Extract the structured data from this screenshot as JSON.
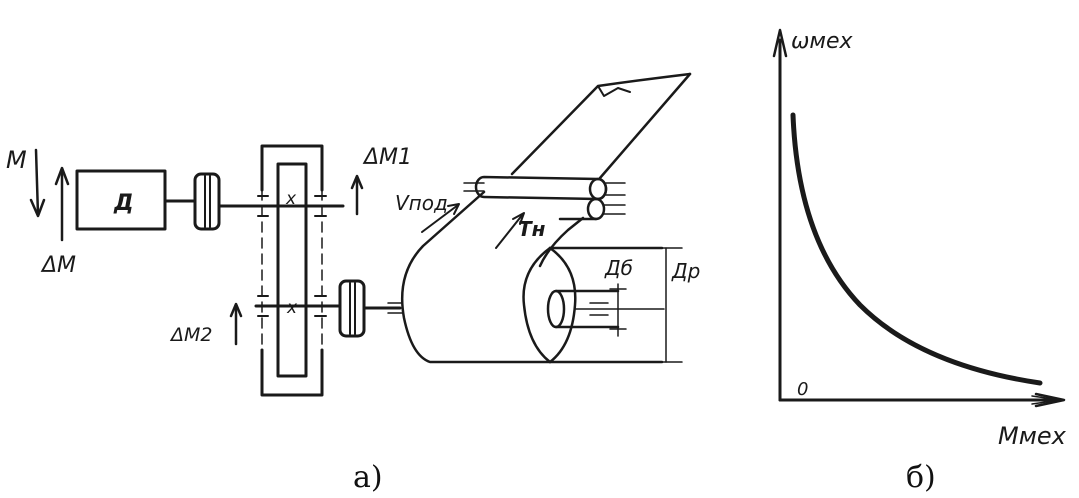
{
  "diagram_a": {
    "caption": "а)",
    "motor_label": "Д",
    "moment_in": "М",
    "moment_delta": "ΔМ",
    "delta_m1": "ΔМ1",
    "delta_m2": "ΔМ2",
    "gear_mark_top": "х",
    "gear_mark_bottom": "х",
    "speed_label": "Vпод",
    "tension_label": "Тн",
    "drum_diam": "Дб",
    "roll_diam": "Др"
  },
  "diagram_b": {
    "caption": "б)",
    "y_label": "ωмех",
    "x_label": "Ммех",
    "origin_label": "0"
  }
}
